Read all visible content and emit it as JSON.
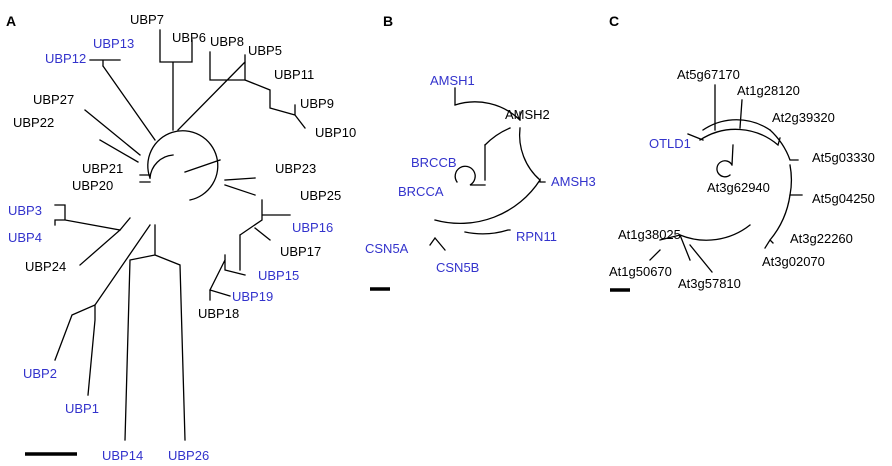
{
  "colors": {
    "highlight": "#3333cc",
    "default": "#000000"
  },
  "panels": [
    {
      "id": "A",
      "letter": "A",
      "leaves": [
        {
          "label": "UBP7",
          "highlight": false
        },
        {
          "label": "UBP6",
          "highlight": false
        },
        {
          "label": "UBP13",
          "highlight": true
        },
        {
          "label": "UBP12",
          "highlight": true
        },
        {
          "label": "UBP8",
          "highlight": false
        },
        {
          "label": "UBP5",
          "highlight": false
        },
        {
          "label": "UBP11",
          "highlight": false
        },
        {
          "label": "UBP9",
          "highlight": false
        },
        {
          "label": "UBP27",
          "highlight": false
        },
        {
          "label": "UBP22",
          "highlight": false
        },
        {
          "label": "UBP10",
          "highlight": false
        },
        {
          "label": "UBP21",
          "highlight": false
        },
        {
          "label": "UBP23",
          "highlight": false
        },
        {
          "label": "UBP20",
          "highlight": false
        },
        {
          "label": "UBP25",
          "highlight": false
        },
        {
          "label": "UBP3",
          "highlight": true
        },
        {
          "label": "UBP16",
          "highlight": true
        },
        {
          "label": "UBP4",
          "highlight": true
        },
        {
          "label": "UBP17",
          "highlight": false
        },
        {
          "label": "UBP24",
          "highlight": false
        },
        {
          "label": "UBP15",
          "highlight": true
        },
        {
          "label": "UBP19",
          "highlight": true
        },
        {
          "label": "UBP18",
          "highlight": false
        },
        {
          "label": "UBP2",
          "highlight": true
        },
        {
          "label": "UBP1",
          "highlight": true
        },
        {
          "label": "UBP14",
          "highlight": true
        },
        {
          "label": "UBP26",
          "highlight": true
        }
      ]
    },
    {
      "id": "B",
      "letter": "B",
      "leaves": [
        {
          "label": "AMSH1",
          "highlight": true
        },
        {
          "label": "AMSH2",
          "highlight": false
        },
        {
          "label": "BRCCB",
          "highlight": true
        },
        {
          "label": "BRCCA",
          "highlight": true
        },
        {
          "label": "AMSH3",
          "highlight": true
        },
        {
          "label": "RPN11",
          "highlight": true
        },
        {
          "label": "CSN5A",
          "highlight": true
        },
        {
          "label": "CSN5B",
          "highlight": true
        }
      ]
    },
    {
      "id": "C",
      "letter": "C",
      "leaves": [
        {
          "label": "At5g67170",
          "highlight": false
        },
        {
          "label": "At1g28120",
          "highlight": false
        },
        {
          "label": "OTLD1",
          "highlight": true
        },
        {
          "label": "At2g39320",
          "highlight": false
        },
        {
          "label": "At5g03330",
          "highlight": false
        },
        {
          "label": "At3g62940",
          "highlight": false
        },
        {
          "label": "At5g04250",
          "highlight": false
        },
        {
          "label": "At1g38025",
          "highlight": false
        },
        {
          "label": "At3g22260",
          "highlight": false
        },
        {
          "label": "At3g02070",
          "highlight": false
        },
        {
          "label": "At1g50670",
          "highlight": false
        },
        {
          "label": "At3g57810",
          "highlight": false
        }
      ]
    }
  ]
}
